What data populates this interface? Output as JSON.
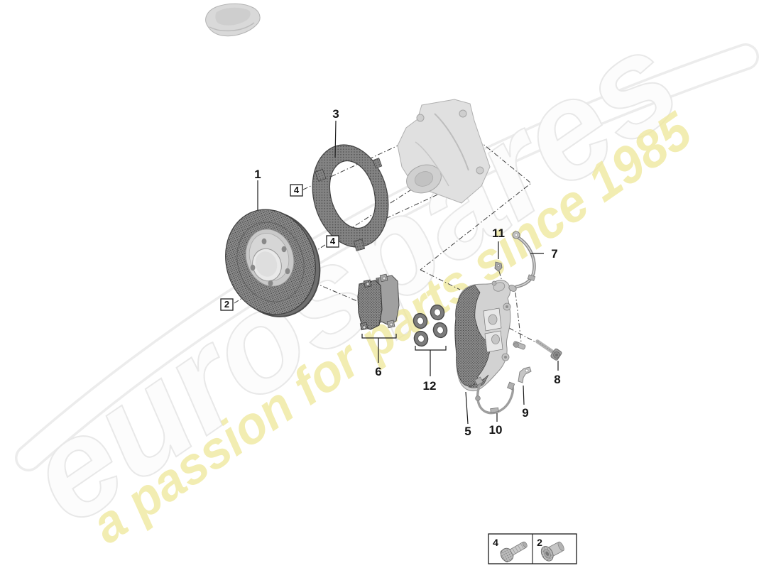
{
  "watermark": {
    "brand": "eurospares",
    "tagline": "a passion for parts since 1985",
    "brand_fill": "#fcfcfc",
    "brand_outline": "#e8e8e8",
    "tagline_color": "#f0e9a0"
  },
  "callouts": {
    "c1": "1",
    "c2": "2",
    "c3": "3",
    "c4a": "4",
    "c4b": "4",
    "c5": "5",
    "c6": "6",
    "c7": "7",
    "c8": "8",
    "c9": "9",
    "c10": "10",
    "c11": "11",
    "c12": "12"
  },
  "legend": {
    "cells": [
      {
        "label": "4",
        "icon": "hex-head-bolt-icon"
      },
      {
        "label": "2",
        "icon": "countersunk-flange-screw-icon"
      }
    ]
  }
}
